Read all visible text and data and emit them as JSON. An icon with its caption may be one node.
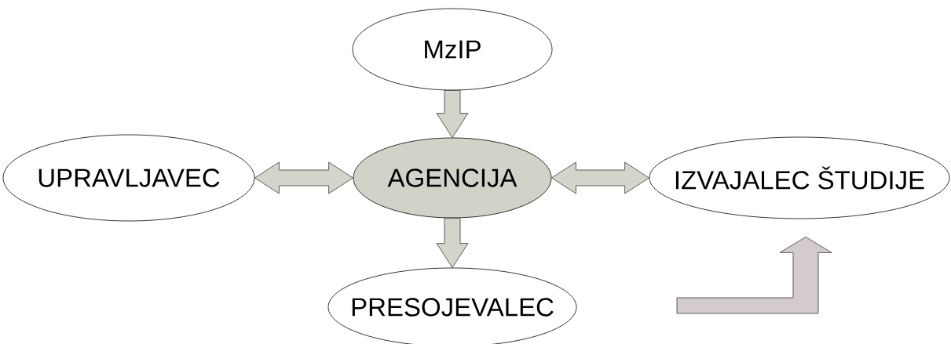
{
  "diagram": {
    "nodes": [
      {
        "text": [
          "MzIP"
        ]
      },
      {
        "text": [
          "UPRAVLJAVEC"
        ]
      },
      {
        "text": [
          "AGENCIJA"
        ]
      },
      {
        "text": [
          "IZVAJALEC ŠTUDIJE"
        ]
      },
      {
        "text": [
          "PRESOJEVALEC"
        ]
      }
    ],
    "edges": [
      {
        "from": 0,
        "to": 2,
        "arrow": "to"
      },
      {
        "from": 1,
        "to": 2,
        "arrow": "both"
      },
      {
        "from": 2,
        "to": 3,
        "arrow": "both"
      },
      {
        "from": 2,
        "to": 4,
        "arrow": "to"
      },
      {
        "from": null,
        "to": 3,
        "arrow": "to",
        "color": "#d3cbcd"
      }
    ]
  }
}
